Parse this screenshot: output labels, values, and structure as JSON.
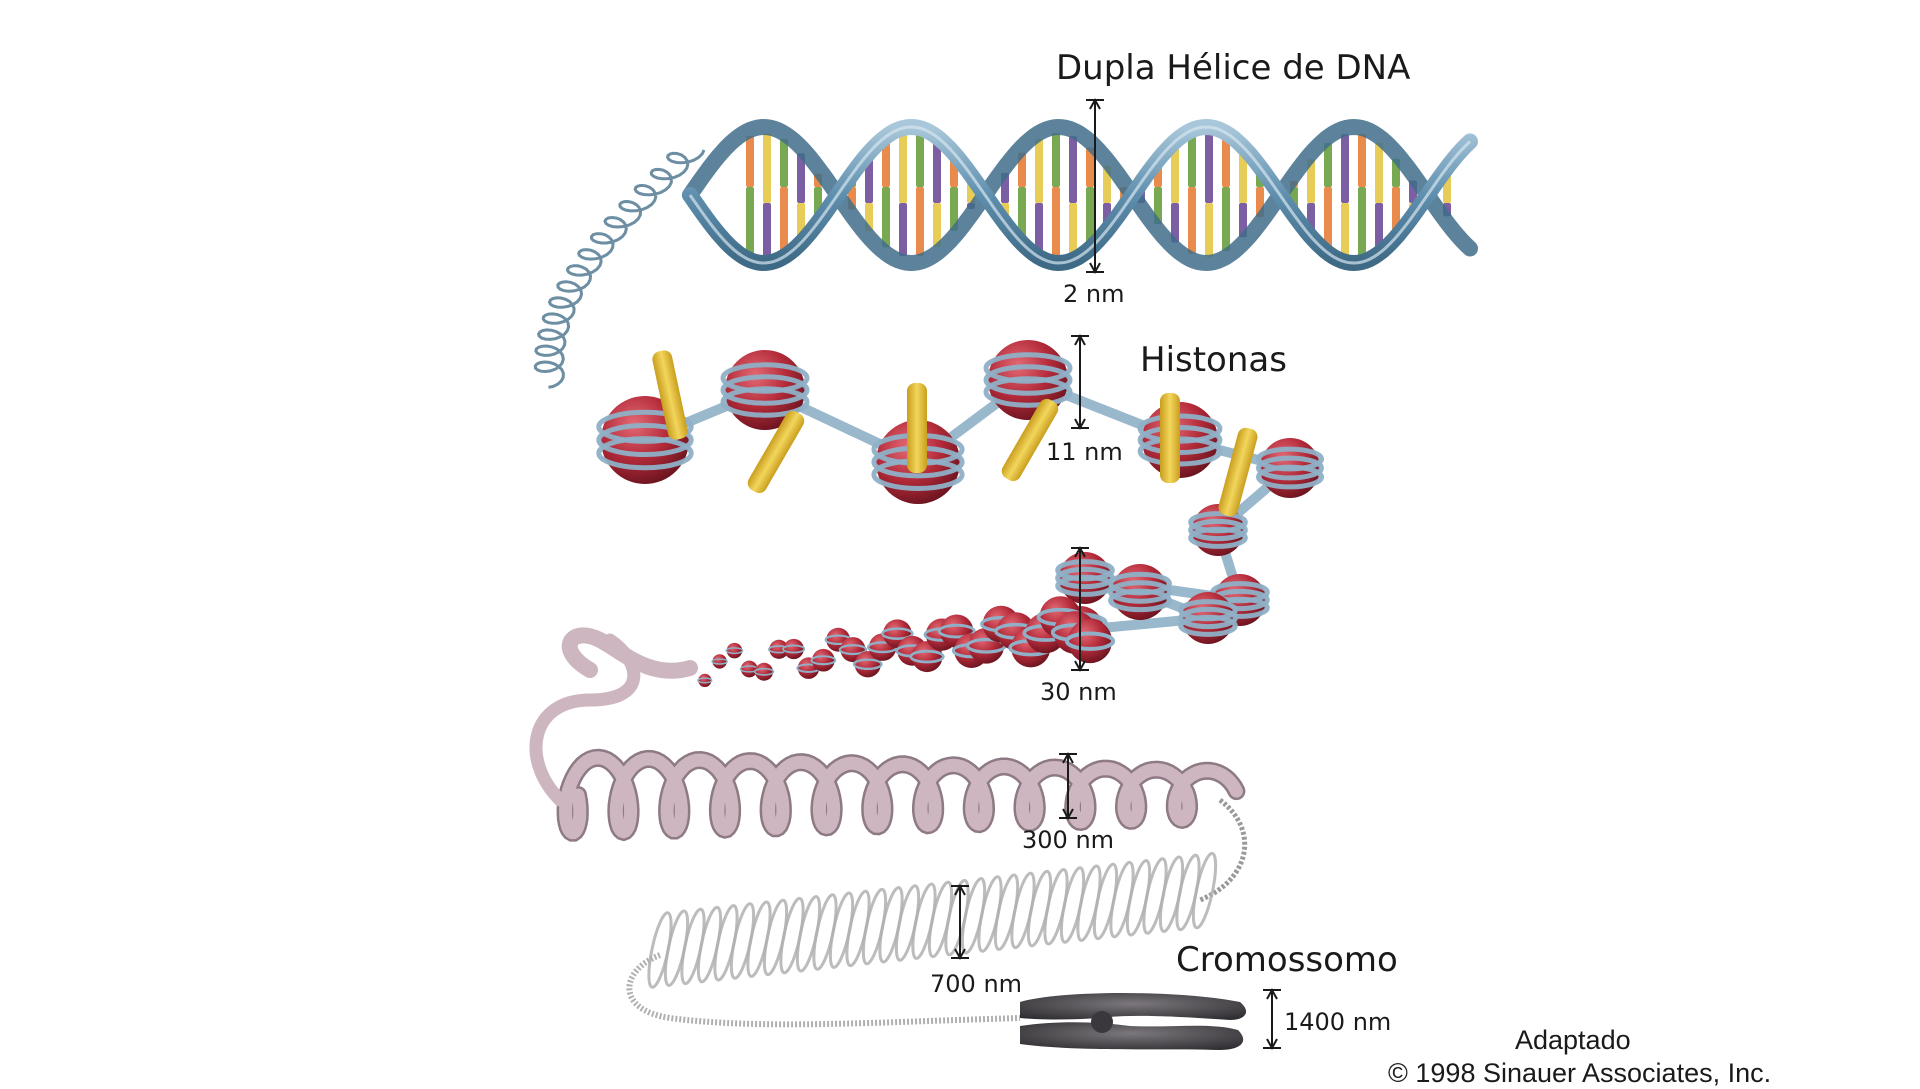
{
  "labels": {
    "dna_title": "Dupla Hélice de DNA",
    "histones_title": "Histonas",
    "chromosome_title": "Cromossomo",
    "m_2nm": "2 nm",
    "m_11nm": "11 nm",
    "m_30nm": "30 nm",
    "m_300nm": "300 nm",
    "m_700nm": "700 nm",
    "m_1400nm": "1400 nm"
  },
  "credit": {
    "line1": "Adaptado",
    "line2": "© 1998 Sinauer Associates, Inc."
  },
  "colors": {
    "dna_strand": "#5f8fae",
    "base_orange": "#e98b4c",
    "base_yellow": "#e8cc58",
    "base_green": "#79a852",
    "base_purple": "#7c5ea3",
    "histone_red": "#b8303e",
    "linker_yellow": "#e5c03a",
    "fiber_pink": "#cdb6bf",
    "loop_gray": "#b0b0b0",
    "chromosome_dark": "#4d4a4e"
  }
}
